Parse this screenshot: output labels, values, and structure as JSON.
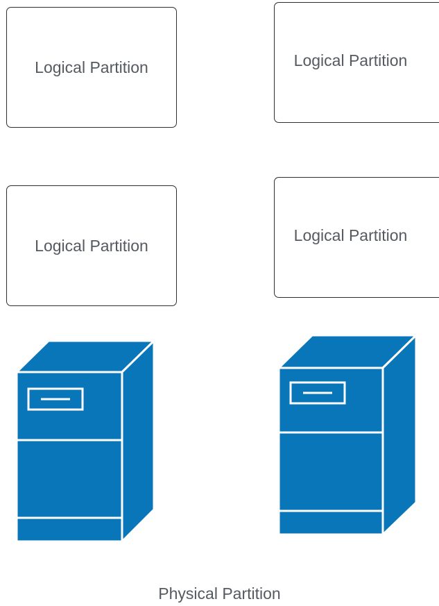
{
  "logical_partitions": [
    {
      "label": "Logical Partition"
    },
    {
      "label": "Logical Partition"
    },
    {
      "label": "Logical Partition"
    },
    {
      "label": "Logical Partition"
    }
  ],
  "servers": [
    {
      "icon": "server-tower-icon"
    },
    {
      "icon": "server-tower-icon"
    }
  ],
  "caption": "Physical Partition",
  "colors": {
    "server_fill": "#0a76ba",
    "server_outline": "#ffffff",
    "box_border": "#2d2d2d",
    "text": "#555a60"
  }
}
